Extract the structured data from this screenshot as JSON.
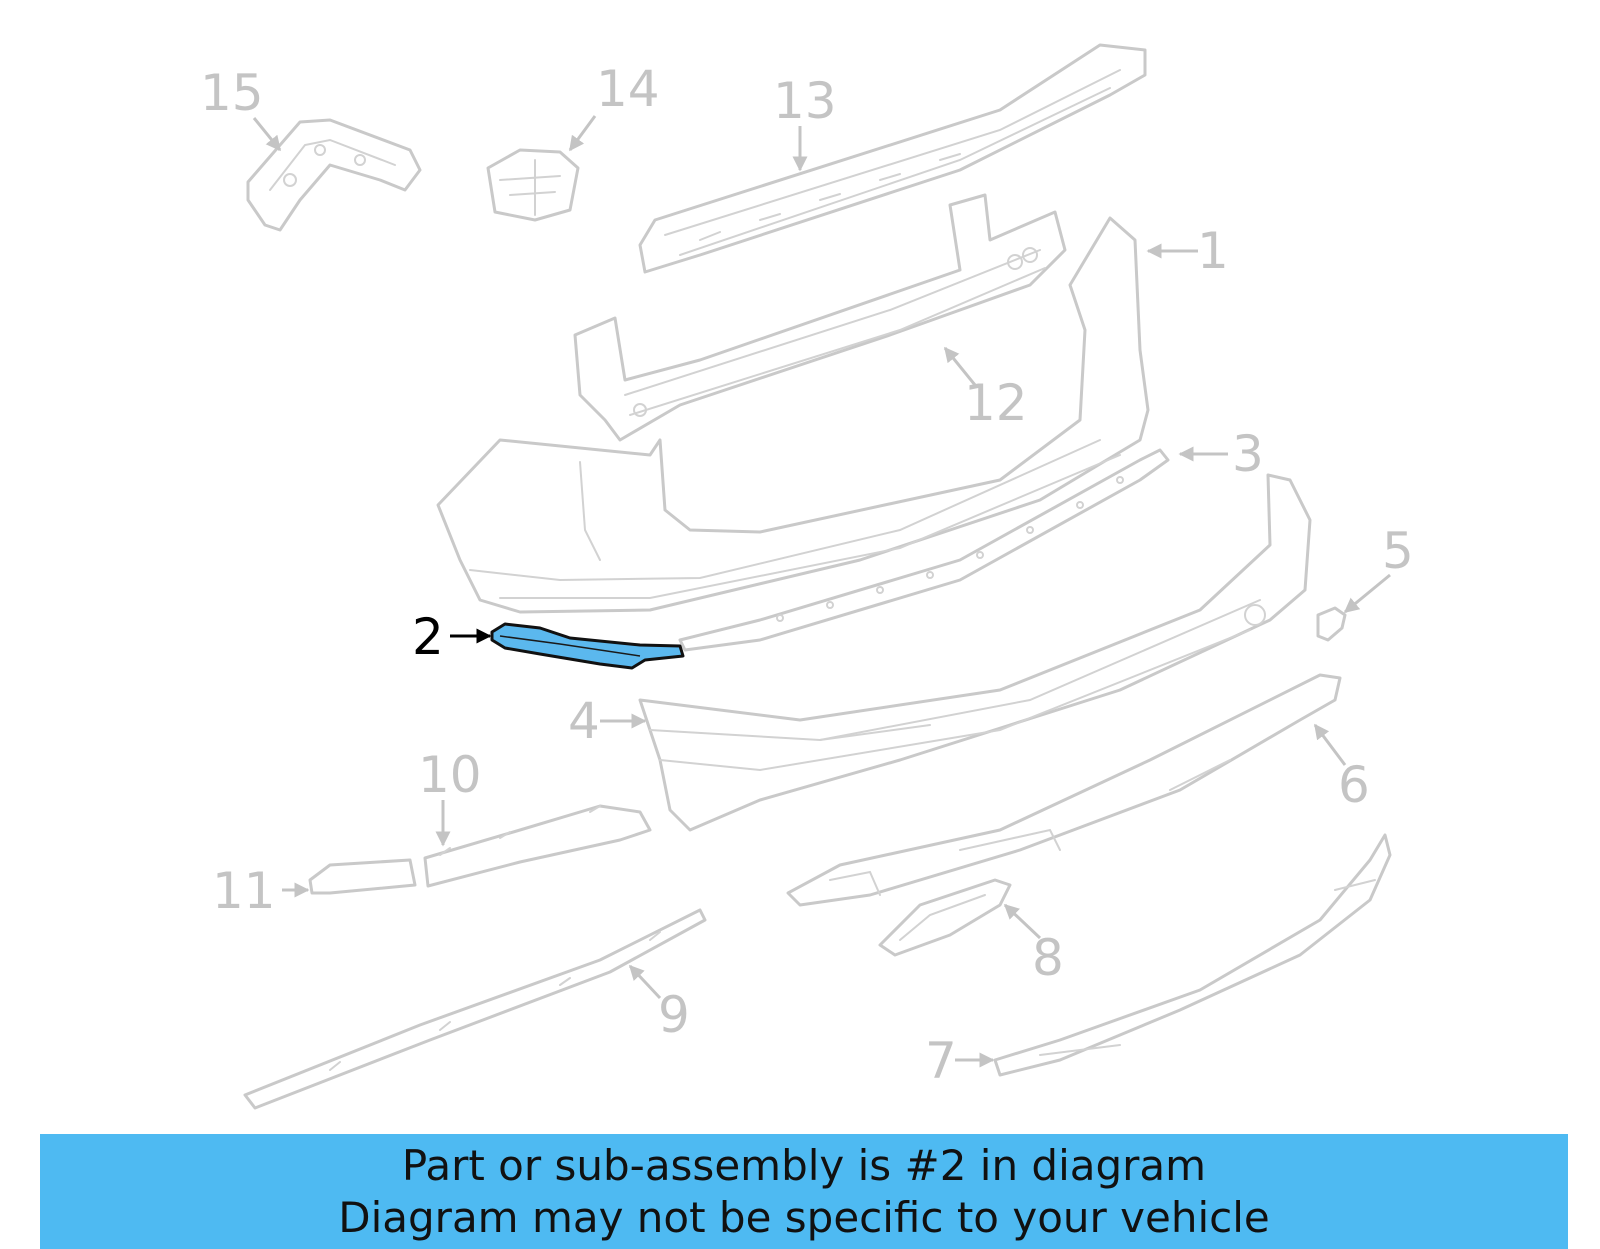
{
  "callouts": [
    {
      "id": "1",
      "label": "1",
      "highlighted": false
    },
    {
      "id": "2",
      "label": "2",
      "highlighted": true
    },
    {
      "id": "3",
      "label": "3",
      "highlighted": false
    },
    {
      "id": "4",
      "label": "4",
      "highlighted": false
    },
    {
      "id": "5",
      "label": "5",
      "highlighted": false
    },
    {
      "id": "6",
      "label": "6",
      "highlighted": false
    },
    {
      "id": "7",
      "label": "7",
      "highlighted": false
    },
    {
      "id": "8",
      "label": "8",
      "highlighted": false
    },
    {
      "id": "9",
      "label": "9",
      "highlighted": false
    },
    {
      "id": "10",
      "label": "10",
      "highlighted": false
    },
    {
      "id": "11",
      "label": "11",
      "highlighted": false
    },
    {
      "id": "12",
      "label": "12",
      "highlighted": false
    },
    {
      "id": "13",
      "label": "13",
      "highlighted": false
    },
    {
      "id": "14",
      "label": "14",
      "highlighted": false
    },
    {
      "id": "15",
      "label": "15",
      "highlighted": false
    }
  ],
  "banner": {
    "line1": "Part or sub-assembly is #2 in diagram",
    "line2": "Diagram may not be specific to your vehicle"
  },
  "colors": {
    "highlight_part": "#5bb8ee",
    "banner_background": "#4ebaf2",
    "part_lines": "#c9c9c9"
  }
}
